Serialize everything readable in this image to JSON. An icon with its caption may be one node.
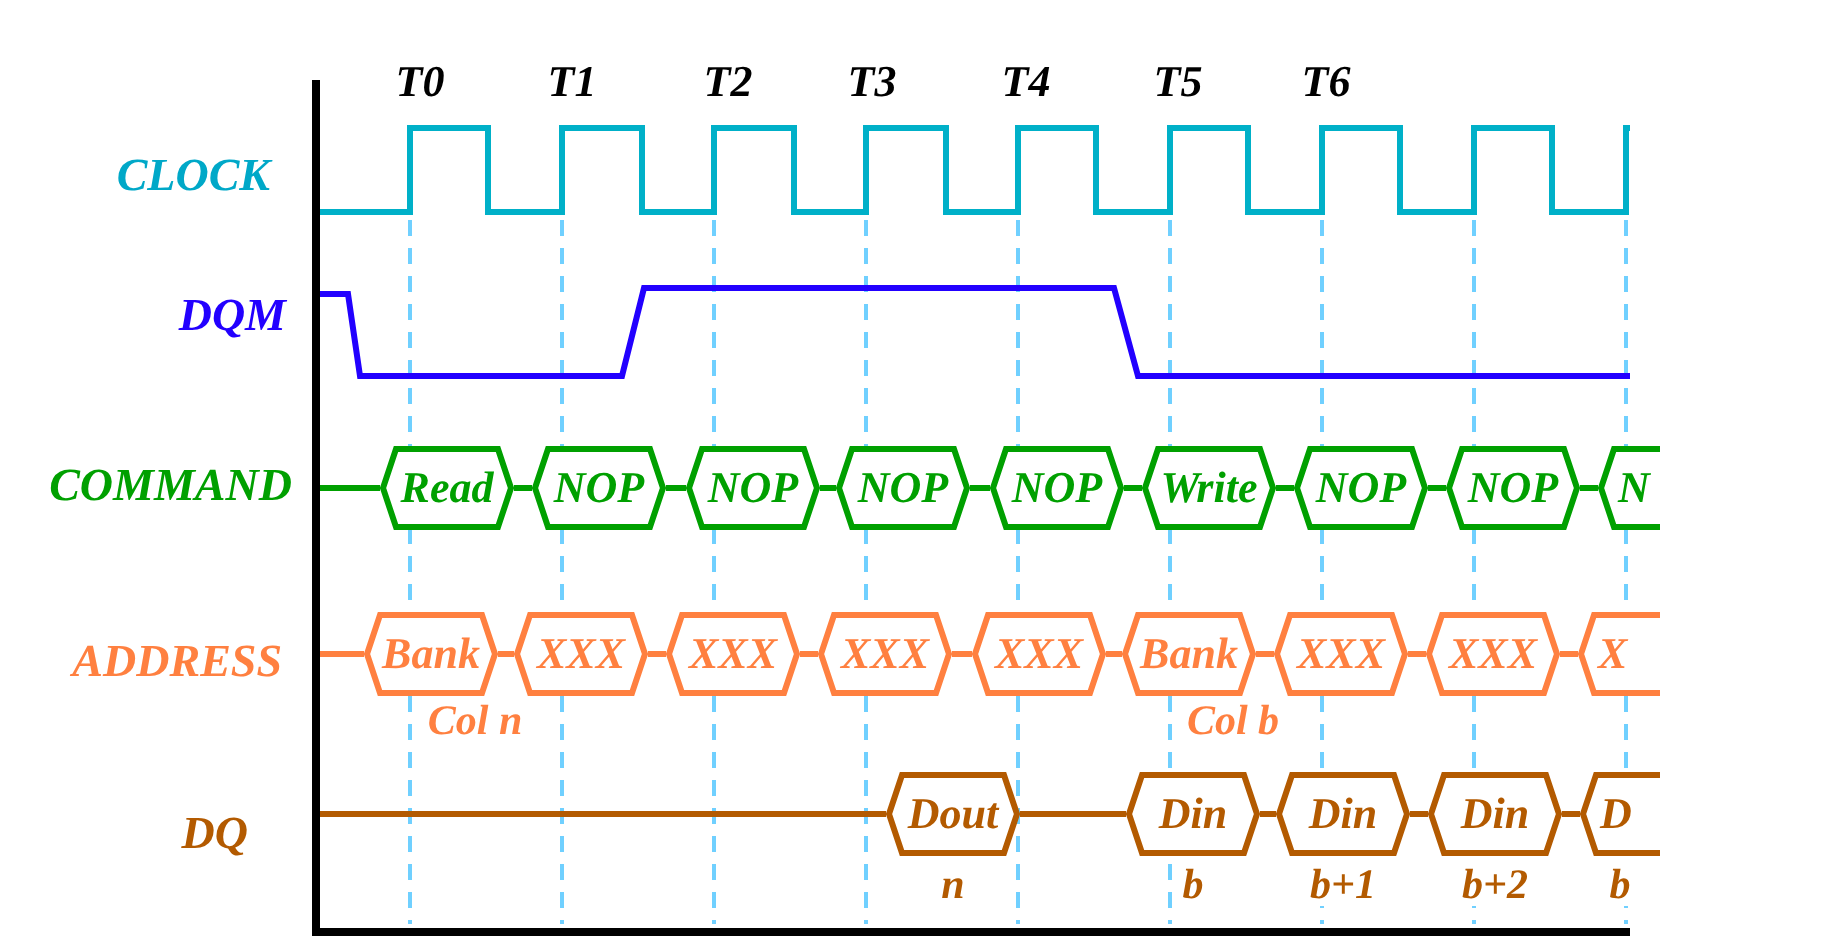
{
  "diagram": {
    "nodes": [
      {
        "text": [
          "Read"
        ]
      },
      {
        "text": [
          "NOP"
        ]
      },
      {
        "text": [
          "NOP"
        ]
      },
      {
        "text": [
          "NOP"
        ]
      },
      {
        "text": [
          "NOP"
        ]
      },
      {
        "text": [
          "Write"
        ]
      },
      {
        "text": [
          "NOP"
        ]
      },
      {
        "text": [
          "NOP"
        ]
      },
      {
        "text": [
          "N"
        ]
      },
      {
        "text": [
          "Bank"
        ],
        "beside": [
          "Col n"
        ]
      },
      {
        "text": [
          "XXX"
        ]
      },
      {
        "text": [
          "XXX"
        ]
      },
      {
        "text": [
          "XXX"
        ]
      },
      {
        "text": [
          "XXX"
        ]
      },
      {
        "text": [
          "Bank"
        ],
        "beside": [
          "Col b"
        ]
      },
      {
        "text": [
          "XXX"
        ]
      },
      {
        "text": [
          "XXX"
        ]
      },
      {
        "text": [
          "X"
        ]
      },
      {
        "text": [
          "Dout"
        ],
        "beside": [
          "n"
        ]
      },
      {
        "text": [
          "Din"
        ],
        "beside": [
          "b"
        ]
      },
      {
        "text": [
          "Din"
        ],
        "beside": [
          "b+1"
        ]
      },
      {
        "text": [
          "Din"
        ],
        "beside": [
          "b+2"
        ]
      },
      {
        "text": [
          "D"
        ],
        "beside": [
          "b"
        ]
      }
    ],
    "edges": [
      {
        "from": null,
        "to": 0,
        "arrow": "none"
      },
      {
        "from": 0,
        "to": 1,
        "arrow": "none"
      },
      {
        "from": 1,
        "to": 2,
        "arrow": "none"
      },
      {
        "from": 2,
        "to": 3,
        "arrow": "none"
      },
      {
        "from": 3,
        "to": 4,
        "arrow": "none"
      },
      {
        "from": 4,
        "to": 5,
        "arrow": "none"
      },
      {
        "from": 5,
        "to": 6,
        "arrow": "none"
      },
      {
        "from": 6,
        "to": 7,
        "arrow": "none"
      },
      {
        "from": 7,
        "to": 8,
        "arrow": "none"
      },
      {
        "from": null,
        "to": 9,
        "arrow": "none"
      },
      {
        "from": 9,
        "to": 10,
        "arrow": "none"
      },
      {
        "from": 10,
        "to": 11,
        "arrow": "none"
      },
      {
        "from": 11,
        "to": 12,
        "arrow": "none"
      },
      {
        "from": 12,
        "to": 13,
        "arrow": "none"
      },
      {
        "from": 13,
        "to": 14,
        "arrow": "none"
      },
      {
        "from": 14,
        "to": 15,
        "arrow": "none"
      },
      {
        "from": 15,
        "to": 16,
        "arrow": "none"
      },
      {
        "from": 16,
        "to": 17,
        "arrow": "none"
      },
      {
        "from": null,
        "to": 18,
        "arrow": "none"
      },
      {
        "from": 18,
        "to": 19,
        "arrow": "none"
      },
      {
        "from": 19,
        "to": 20,
        "arrow": "none"
      },
      {
        "from": 20,
        "to": 21,
        "arrow": "none"
      },
      {
        "from": 21,
        "to": 22,
        "arrow": "none"
      }
    ],
    "labels": [
      "T0",
      "T1",
      "T2",
      "T3",
      "T4",
      "T5",
      "T6",
      "CLOCK",
      "DQM",
      "COMMAND",
      "ADDRESS",
      "DQ"
    ]
  }
}
